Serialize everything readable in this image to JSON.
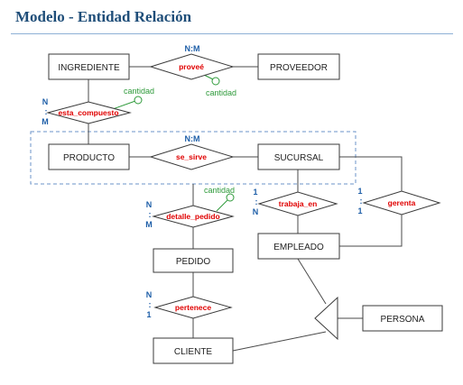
{
  "title": "Modelo - Entidad Relación",
  "entities": {
    "ingrediente": "INGREDIENTE",
    "proveedor": "PROVEEDOR",
    "producto": "PRODUCTO",
    "sucursal": "SUCURSAL",
    "pedido": "PEDIDO",
    "empleado": "EMPLEADO",
    "persona": "PERSONA",
    "cliente": "CLIENTE"
  },
  "relationships": {
    "provee": "proveé",
    "esta_compuesto": "esta_compuesto",
    "se_sirve": "se_sirve",
    "trabaja_en": "trabaja_en",
    "gerenta": "gerenta",
    "detalle_pedido": "detalle_pedido",
    "pertenece": "pertenece"
  },
  "cardinalities": {
    "provee": "N:M",
    "se_sirve": "N:M",
    "esta_compuesto_top": "N",
    "esta_compuesto_colon": ":",
    "esta_compuesto_bottom": "M",
    "detalle_pedido_top": "N",
    "detalle_pedido_colon": ":",
    "detalle_pedido_bottom": "M",
    "trabaja_en_top": "1",
    "trabaja_en_colon": ":",
    "trabaja_en_bottom": "N",
    "gerenta_top": "1",
    "gerenta_colon": ":",
    "gerenta_bottom": "1",
    "pertenece_top": "N",
    "pertenece_colon": ":",
    "pertenece_bottom": "1"
  },
  "attributes": {
    "esta_compuesto": "cantidad",
    "provee": "cantidad",
    "detalle_pedido": "cantidad"
  }
}
